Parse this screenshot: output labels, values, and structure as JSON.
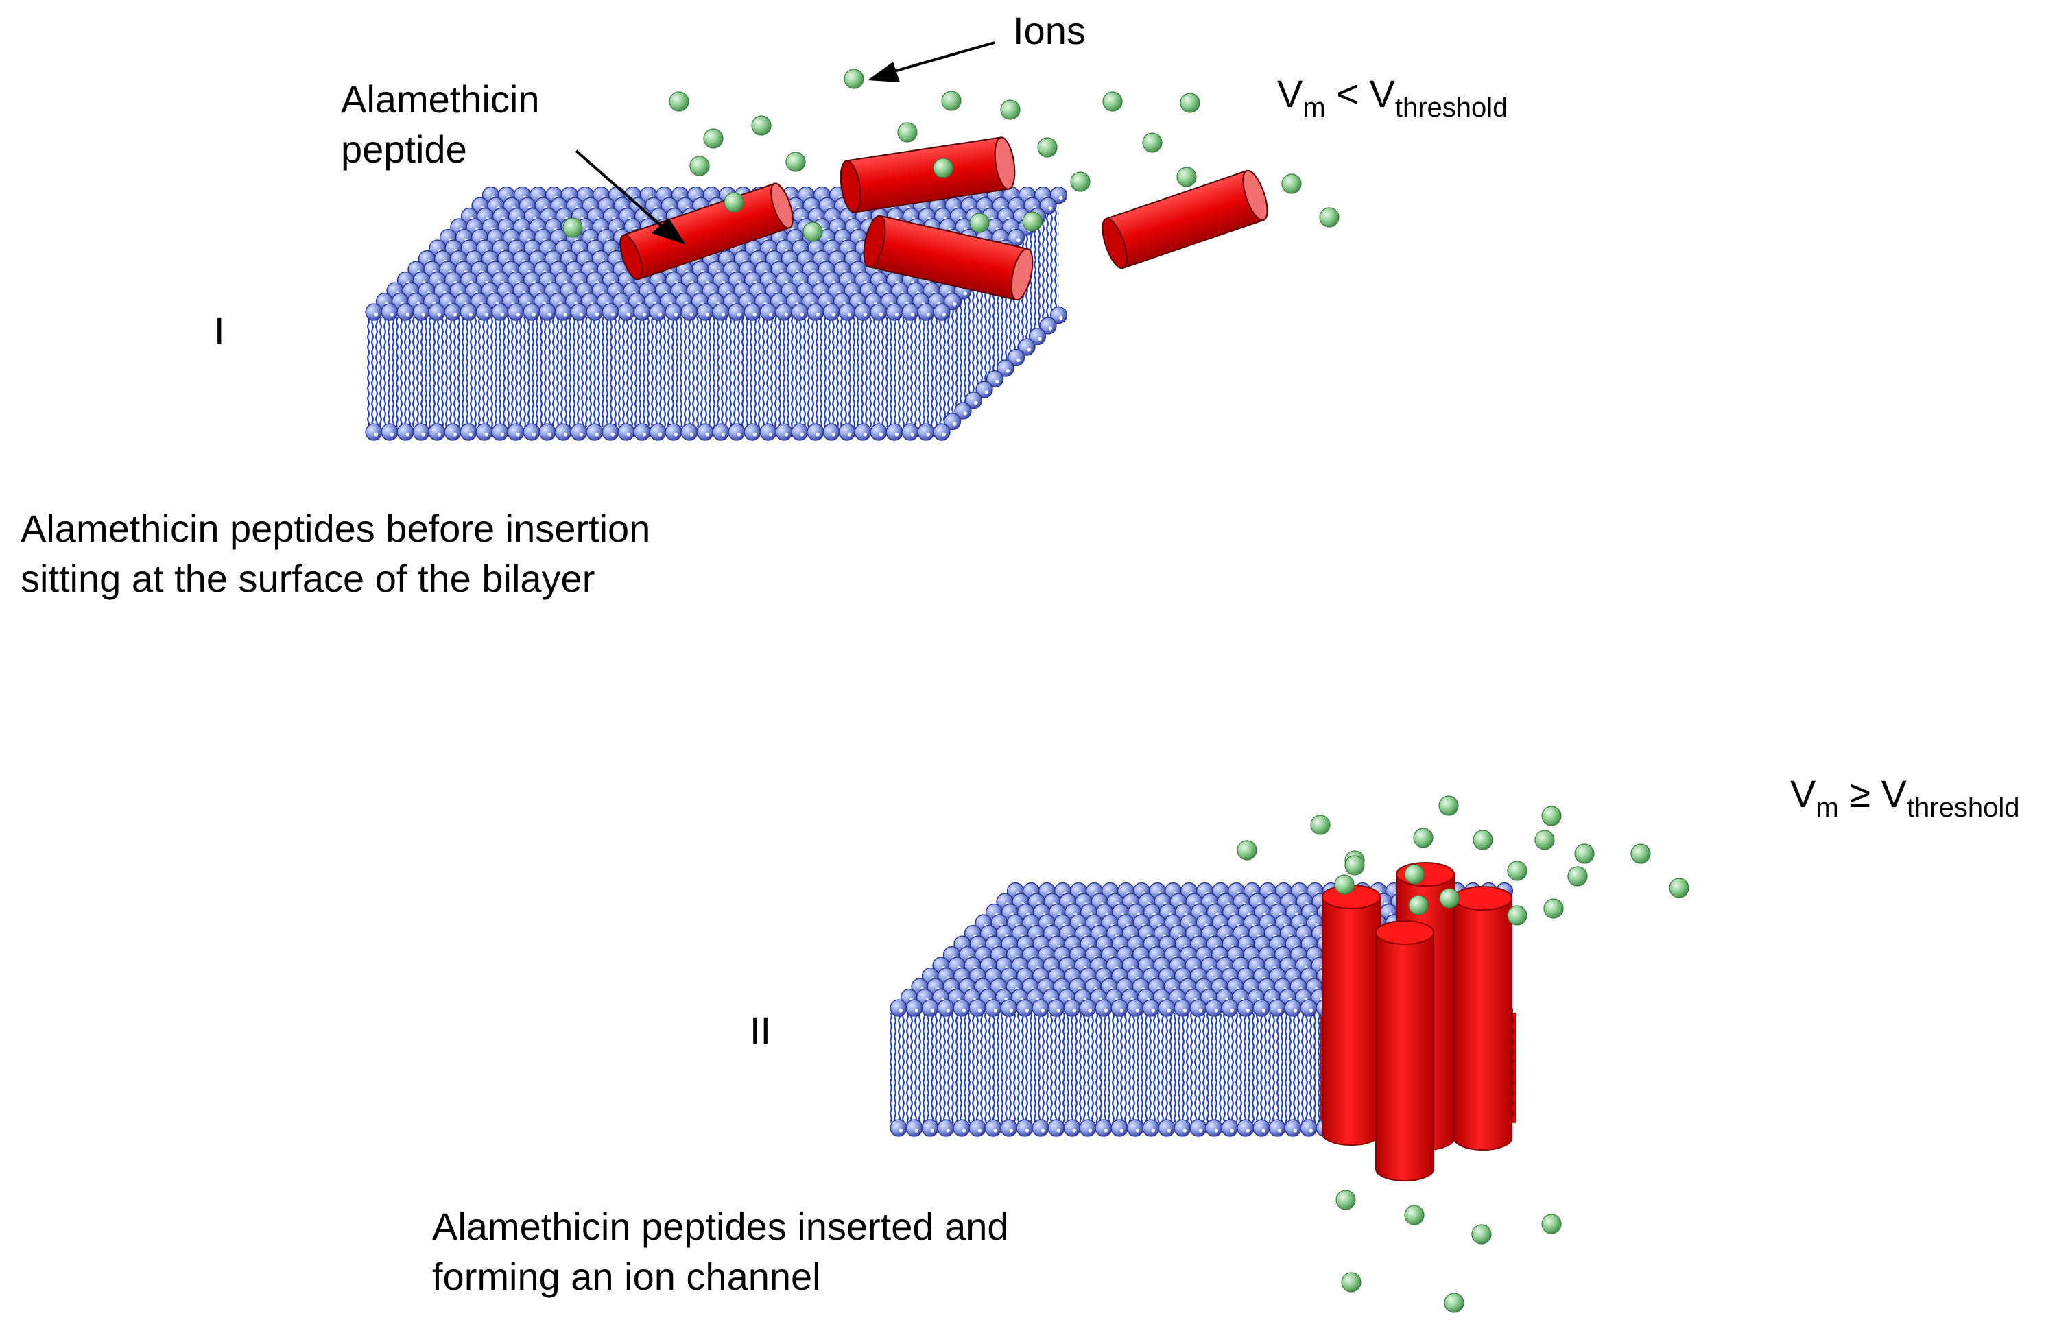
{
  "colors": {
    "lipid_head": "#95a8e8",
    "lipid_head_shadow": "#3846a8",
    "lipid_tail": "#1f3fc4",
    "peptide": "#e60000",
    "peptide_dark": "#a00000",
    "ion": "#8fcf92",
    "ion_dark": "#3f8a46"
  },
  "panel1": {
    "numeral": "I",
    "callout_peptide": [
      "Alamethicin",
      "peptide"
    ],
    "callout_ions": "Ions",
    "condition": {
      "V": "V",
      "sub1": "m",
      "op": " < ",
      "V2": "V",
      "sub2": "threshold"
    },
    "caption": [
      "Alamethicin peptides before insertion",
      "sitting at the surface of the bilayer"
    ]
  },
  "panel2": {
    "numeral": "II",
    "condition": {
      "V": "V",
      "sub1": "m",
      "op": " ≥ ",
      "V2": "V",
      "sub2": "threshold"
    },
    "caption": [
      "Alamethicin peptides inserted and",
      "forming an ion channel"
    ]
  }
}
